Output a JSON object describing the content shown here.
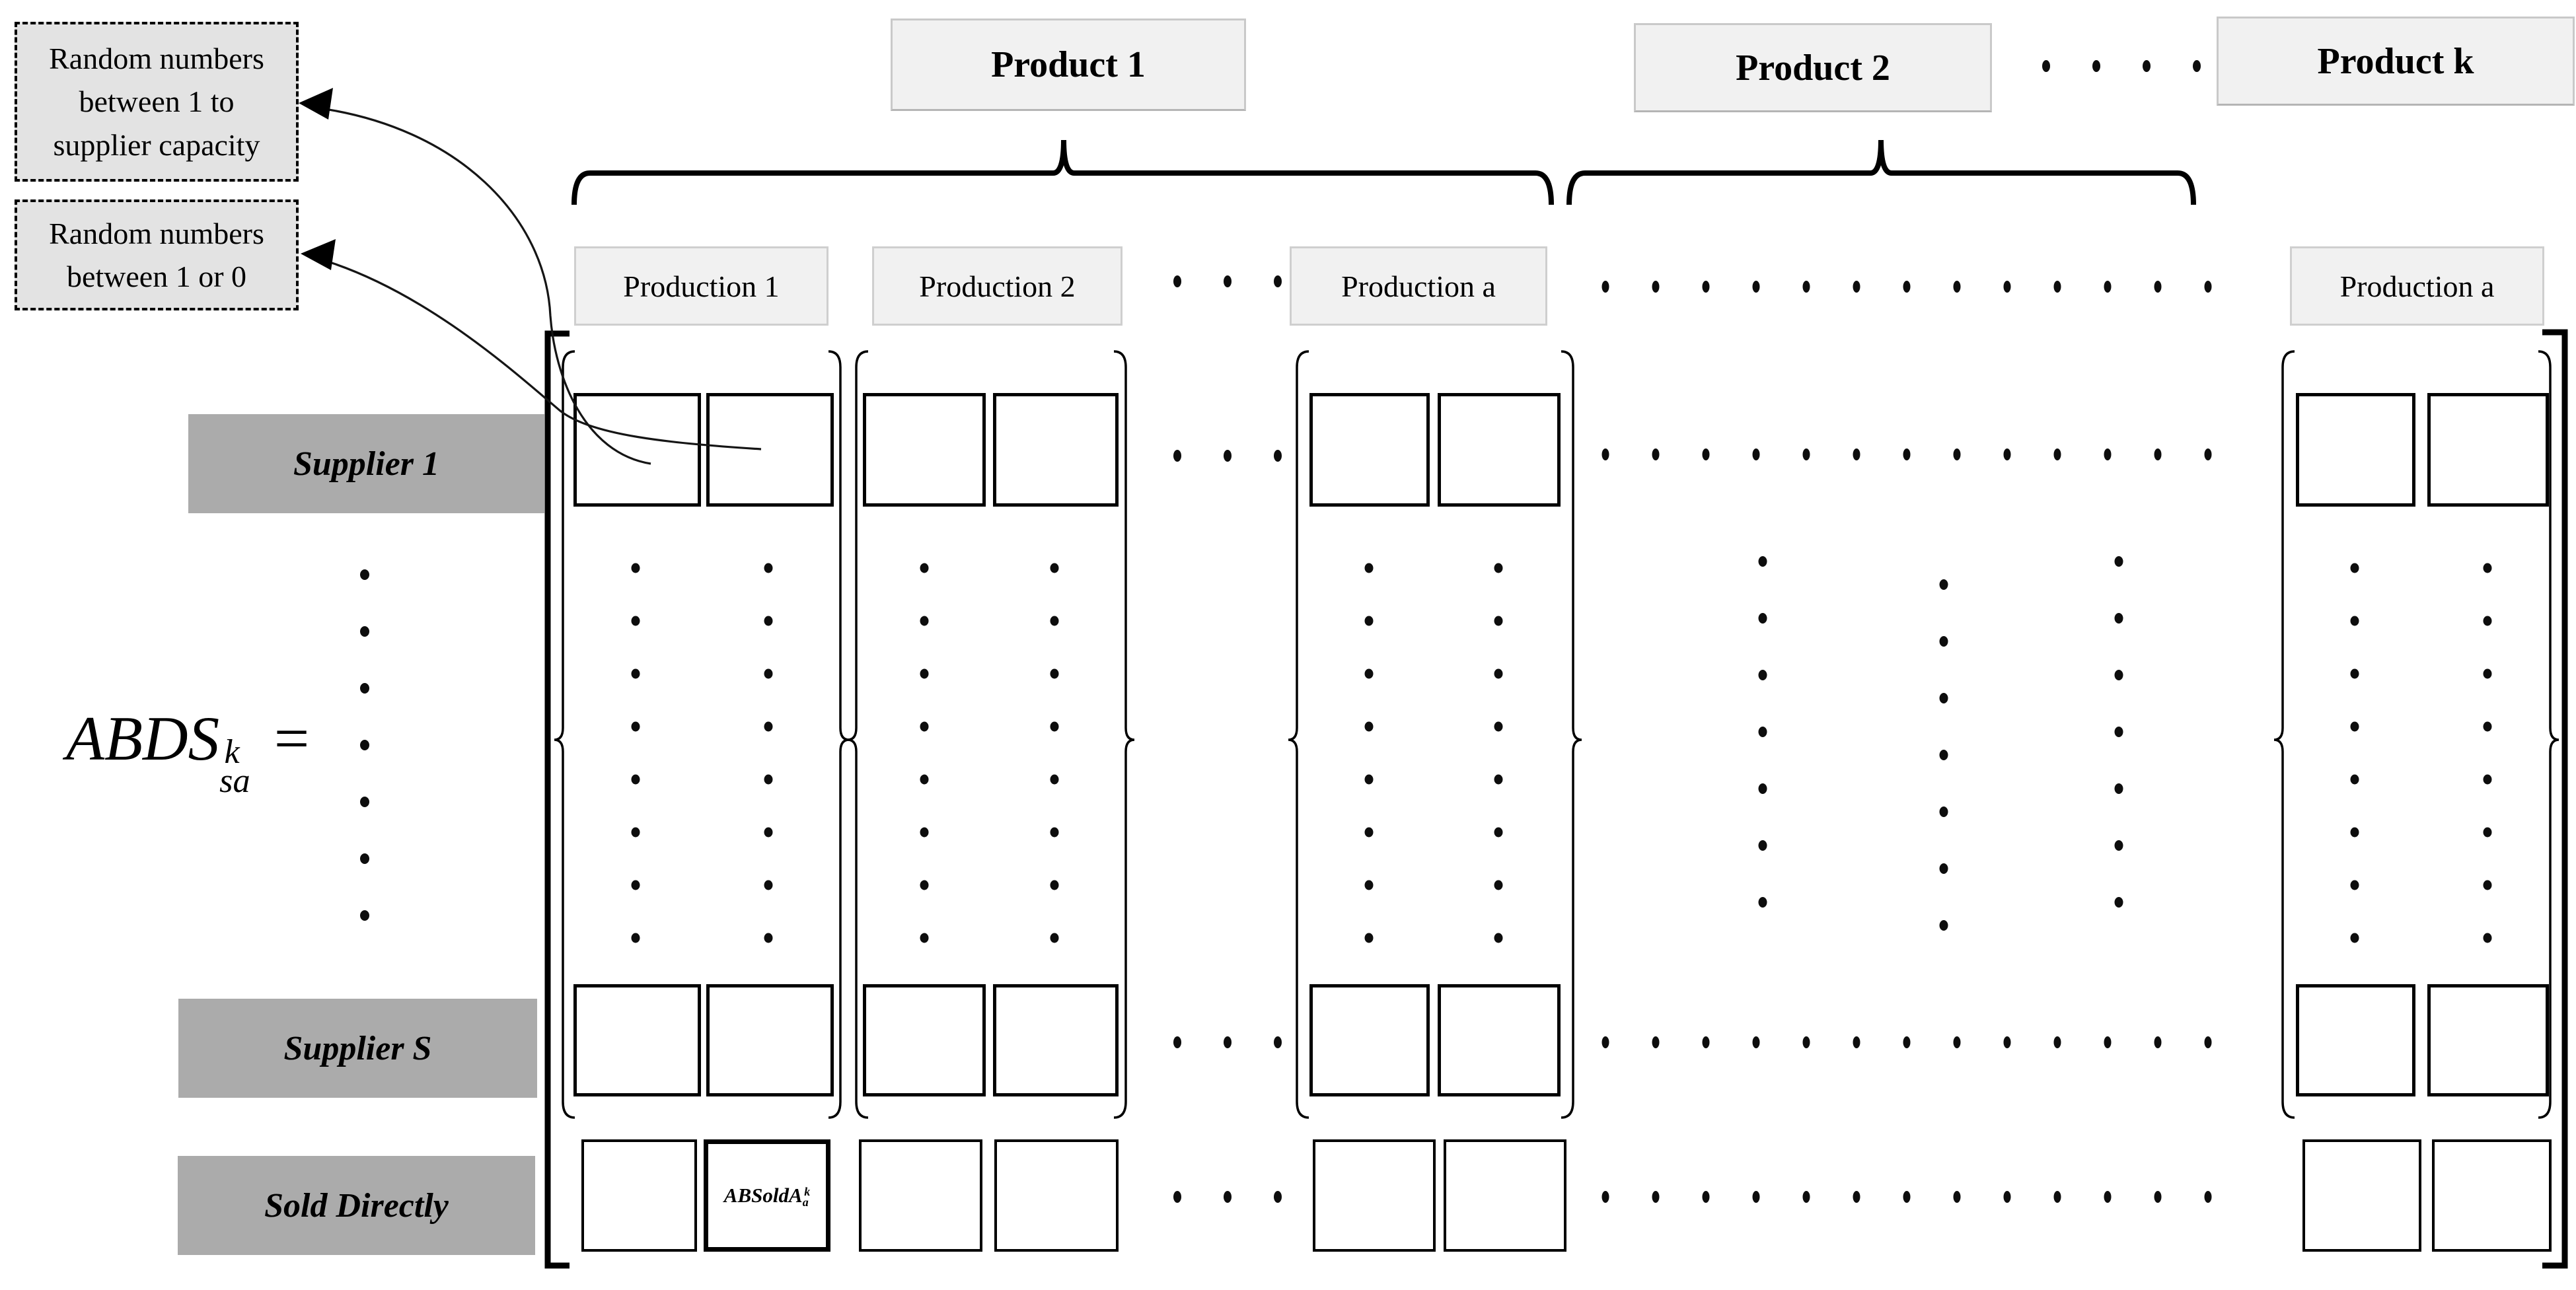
{
  "annotations": {
    "capacity_note": "Random numbers between 1 to supplier capacity",
    "binary_note": "Random numbers between 1 or 0"
  },
  "products": {
    "p1": "Product 1",
    "p2": "Product 2",
    "pk": "Product k"
  },
  "productions": {
    "p1": "Production 1",
    "p2": "Production 2",
    "pa": "Production a",
    "pa_right": "Production a"
  },
  "rows": {
    "supplier1": "Supplier 1",
    "supplierS": "Supplier S",
    "sold": "Sold Directly"
  },
  "formula": {
    "name": "ABDS",
    "superscript": "k",
    "subscript": "sa",
    "equals": "="
  },
  "sold_cell": {
    "name": "ABSoldA",
    "superscript": "k",
    "subscript": "a"
  },
  "dots": {
    "product_row_count": 4,
    "between_blocks_count": 3,
    "long_row_count": 13,
    "left_column_count": 7,
    "block_column_count": 8,
    "wide_column_count": 7
  },
  "colors": {
    "ink": "#000000",
    "note_bg": "#e3e3e3",
    "header_bg": "#f1f1f1",
    "header_border": "#c9c9c9",
    "label_bg": "#ababab"
  }
}
